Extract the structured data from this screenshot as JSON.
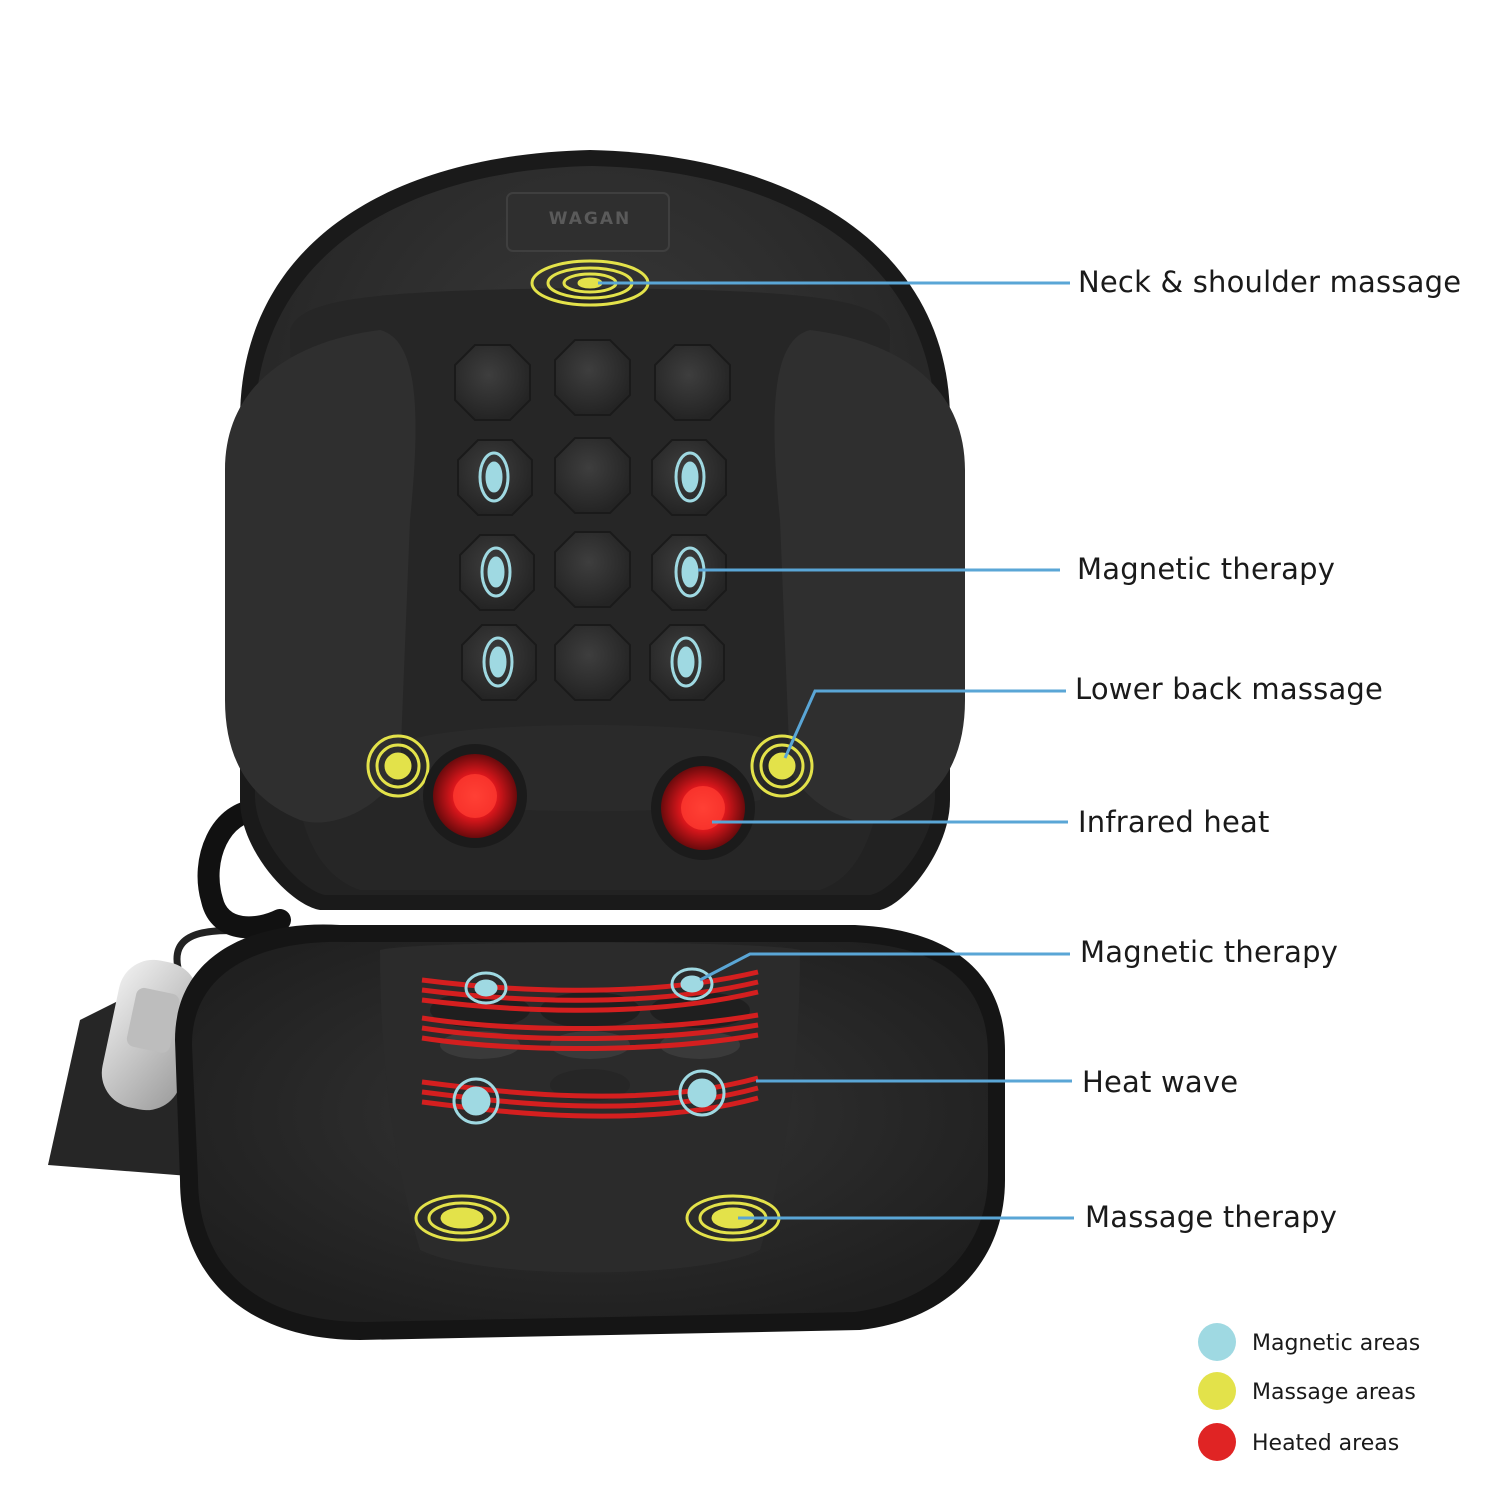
{
  "callouts": [
    {
      "id": "neck",
      "label": "Neck & shoulder massage"
    },
    {
      "id": "magnetic-back",
      "label": "Magnetic therapy"
    },
    {
      "id": "lower-back",
      "label": "Lower back massage"
    },
    {
      "id": "infrared",
      "label": "Infrared heat"
    },
    {
      "id": "magnetic-seat",
      "label": "Magnetic therapy"
    },
    {
      "id": "heat-wave",
      "label": "Heat wave"
    },
    {
      "id": "massage-seat",
      "label": "Massage therapy"
    }
  ],
  "legend": [
    {
      "label": "Magnetic areas",
      "color": "#9fd9e2"
    },
    {
      "label": "Massage areas",
      "color": "#e3e24a"
    },
    {
      "label": "Heated areas",
      "color": "#e02424"
    }
  ],
  "brand_logo": "WAGAN",
  "colors": {
    "cushion": "#2b2b2b",
    "cushion_dark": "#1c1c1c",
    "callout_line": "#5aa6d6",
    "magnetic": "#9fd9e2",
    "massage": "#e3e24a",
    "heat": "#e02424"
  }
}
